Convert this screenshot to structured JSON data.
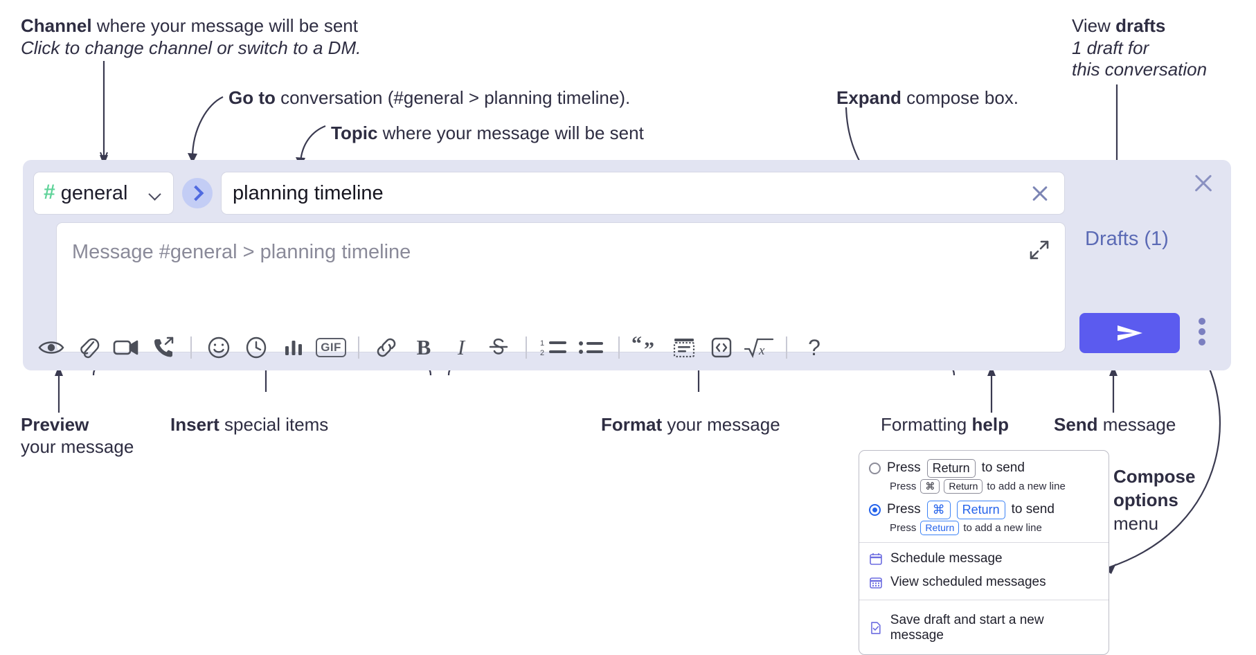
{
  "annotations": {
    "channel": {
      "bold": "Channel",
      "rest": " where your message will be sent",
      "sub": "Click to change channel or switch to a DM."
    },
    "goto": {
      "bold": "Go to",
      "rest": " conversation (#general > planning timeline)."
    },
    "topic": {
      "bold": "Topic",
      "rest": " where your message will be sent"
    },
    "expand": {
      "bold": "Expand",
      "rest": " compose box."
    },
    "drafts": {
      "bold_prefix": "View ",
      "bold": "drafts",
      "sub1": "1 draft for",
      "sub2": "this conversation"
    },
    "preview": {
      "bold": "Preview",
      "sub": "your message"
    },
    "insert": {
      "bold": "Insert",
      "rest": " special items"
    },
    "format": {
      "bold": "Format",
      "rest": " your message"
    },
    "help": {
      "prefix": "Formatting ",
      "bold": "help"
    },
    "send": {
      "bold": "Send",
      "rest": " message"
    },
    "compose_options": {
      "bold1": "Compose",
      "bold2": "options",
      "rest": "menu"
    }
  },
  "compose": {
    "channel": {
      "hash": "#",
      "name": "general",
      "chevron_icon": "chevron-down-icon"
    },
    "goto_icon": "chevron-right-icon",
    "topic": {
      "value": "planning timeline",
      "clear_icon": "close-icon"
    },
    "message": {
      "placeholder": "Message #general > planning timeline",
      "expand_icon": "expand-icon"
    },
    "drafts_label": "Drafts (1)",
    "close_icon": "close-icon",
    "send_icon": "send-paperplane-icon",
    "more_icon": "kebab-menu-icon",
    "toolbar": [
      {
        "name": "preview-icon",
        "type": "icon",
        "title": "Preview"
      },
      {
        "name": "attachment-icon",
        "type": "icon",
        "title": "Attach file"
      },
      {
        "name": "video-icon",
        "type": "icon",
        "title": "Video"
      },
      {
        "name": "call-icon",
        "type": "icon",
        "title": "Call"
      },
      {
        "name": "separator",
        "type": "sep"
      },
      {
        "name": "emoji-icon",
        "type": "icon",
        "title": "Emoji"
      },
      {
        "name": "clock-icon",
        "type": "icon",
        "title": "Reminder"
      },
      {
        "name": "poll-icon",
        "type": "icon",
        "title": "Poll"
      },
      {
        "name": "gif-icon",
        "type": "text",
        "label": "GIF"
      },
      {
        "name": "separator",
        "type": "sep"
      },
      {
        "name": "link-icon",
        "type": "icon",
        "title": "Link"
      },
      {
        "name": "bold-icon",
        "type": "text",
        "label": "B"
      },
      {
        "name": "italic-icon",
        "type": "text",
        "label": "I"
      },
      {
        "name": "strikethrough-icon",
        "type": "icon",
        "title": "Strikethrough"
      },
      {
        "name": "separator",
        "type": "sep"
      },
      {
        "name": "ordered-list-icon",
        "type": "icon",
        "title": "Ordered list"
      },
      {
        "name": "bulleted-list-icon",
        "type": "icon",
        "title": "Bulleted list"
      },
      {
        "name": "separator",
        "type": "sep"
      },
      {
        "name": "blockquote-icon",
        "type": "icon",
        "title": "Blockquote"
      },
      {
        "name": "code-block-icon",
        "type": "icon",
        "title": "Code block"
      },
      {
        "name": "inline-code-icon",
        "type": "icon",
        "title": "Code"
      },
      {
        "name": "math-icon",
        "type": "icon",
        "title": "Math"
      },
      {
        "name": "separator",
        "type": "sep"
      },
      {
        "name": "help-icon",
        "type": "text",
        "label": "?"
      }
    ]
  },
  "options_menu": {
    "radio_1": {
      "selected": false,
      "pre": "Press",
      "key": "Return",
      "post": "to send",
      "sub_pre": "Press",
      "sub_key1": "⌘",
      "sub_key2": "Return",
      "sub_post": "to add a new line"
    },
    "radio_2": {
      "selected": true,
      "pre": "Press",
      "key1": "⌘",
      "key2": "Return",
      "post": "to send",
      "sub_pre": "Press",
      "sub_key": "Return",
      "sub_post": "to add a new line"
    },
    "items": [
      {
        "icon": "calendar-schedule-icon",
        "label": "Schedule message"
      },
      {
        "icon": "calendar-grid-icon",
        "label": "View scheduled messages"
      },
      {
        "icon": "save-draft-icon",
        "label": "Save draft and start a new message"
      }
    ]
  },
  "colors": {
    "panel_bg": "#e2e4f2",
    "send_button": "#5b5bef",
    "accent_link": "#5b6ab5",
    "channel_hash": "#60d39a",
    "goto_circle": "#c3cdf5",
    "goto_chevron": "#4f6ae0",
    "radio_selected": "#2563eb",
    "menu_icon": "#6c6ce0"
  }
}
